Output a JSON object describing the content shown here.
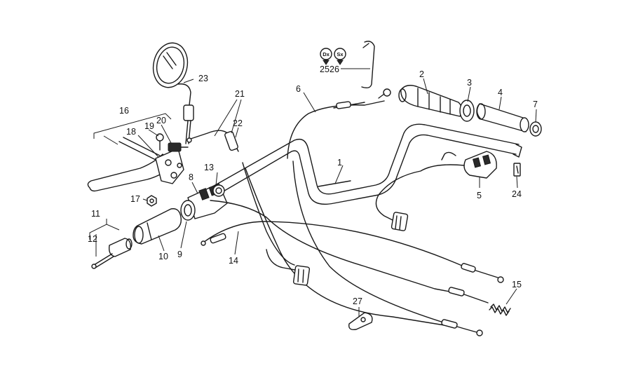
{
  "callouts": {
    "c1": "1",
    "c2": "2",
    "c3": "3",
    "c4": "4",
    "c5": "5",
    "c6": "6",
    "c7": "7",
    "c8": "8",
    "c9": "9",
    "c10": "10",
    "c11": "11",
    "c12": "12",
    "c13": "13",
    "c14": "14",
    "c15": "15",
    "c16": "16",
    "c17": "17",
    "c18": "18",
    "c19": "19",
    "c20": "20",
    "c21": "21",
    "c22": "22",
    "c23": "23",
    "c24": "24",
    "c25": "25",
    "c26": "26",
    "c27": "27"
  },
  "side_markers": {
    "right": "Dx",
    "left": "Sx"
  }
}
